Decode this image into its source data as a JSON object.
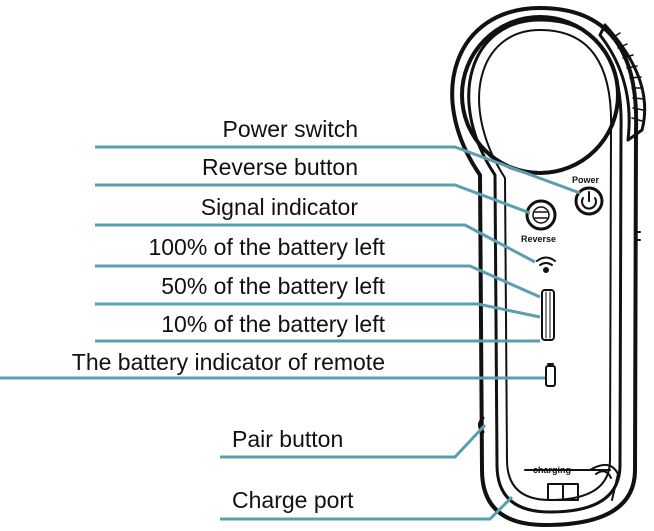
{
  "callouts": [
    {
      "id": "power-switch",
      "text": "Power switch"
    },
    {
      "id": "reverse-button",
      "text": "Reverse button"
    },
    {
      "id": "signal-indicator",
      "text": "Signal indicator"
    },
    {
      "id": "battery-100",
      "text": "100% of the battery left"
    },
    {
      "id": "battery-50",
      "text": "50% of the battery left"
    },
    {
      "id": "battery-10",
      "text": "10% of the battery left"
    },
    {
      "id": "remote-battery",
      "text": "The battery indicator of remote"
    },
    {
      "id": "pair-button",
      "text": "Pair button"
    },
    {
      "id": "charge-port",
      "text": "Charge port"
    }
  ],
  "device": {
    "power_label": "Power",
    "reverse_label": "Reverse",
    "charging_label": "charging"
  },
  "colors": {
    "leader_line": "#5a9fb0",
    "outline": "#111111"
  }
}
